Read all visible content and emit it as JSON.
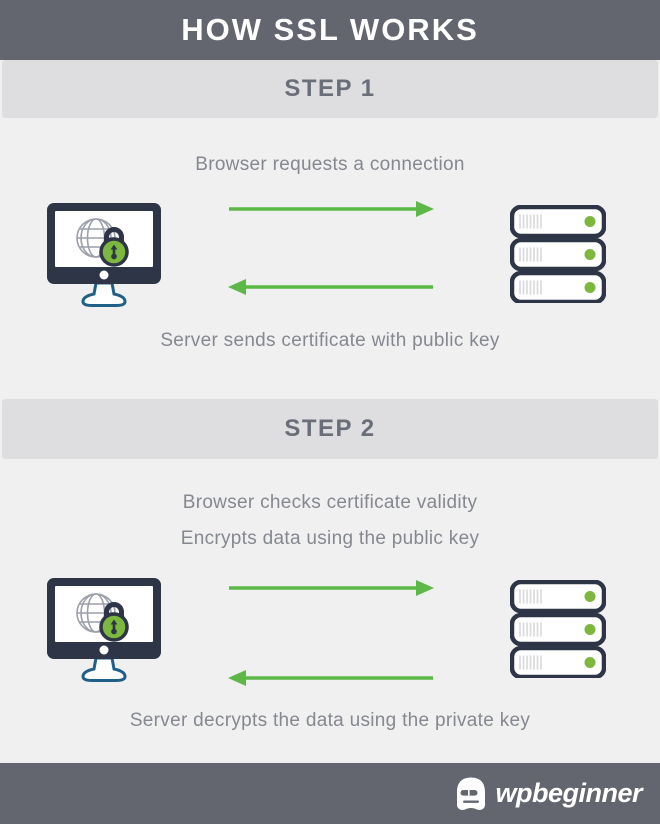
{
  "header": {
    "title": "HOW SSL WORKS"
  },
  "step1": {
    "label": "STEP 1",
    "request_text": "Browser requests a connection",
    "response_text": "Server sends certificate with public key"
  },
  "step2": {
    "label": "STEP 2",
    "check_text": "Browser checks certificate validity",
    "encrypt_text": "Encrypts data using the public key",
    "decrypt_text": "Server decrypts the data using the private key"
  },
  "footer": {
    "brand": "wpbeginner"
  },
  "icons": {
    "browser": "monitor-globe-lock-icon",
    "server": "server-stack-icon",
    "request": "arrow-right-icon",
    "response": "arrow-left-icon",
    "brand": "wpbeginner-ghost-icon"
  },
  "colors": {
    "bar_dark": "#63666f",
    "step_bar": "#dedee1",
    "section_bg": "#f0f0f1",
    "step_label": "#6a6e78",
    "body_text": "#85888f",
    "arrow_green": "#5cb847",
    "lock_green": "#7cb83e",
    "navy": "#2e3547",
    "connector_blue": "#4a90c2",
    "stand_blue": "#1f5f88"
  }
}
